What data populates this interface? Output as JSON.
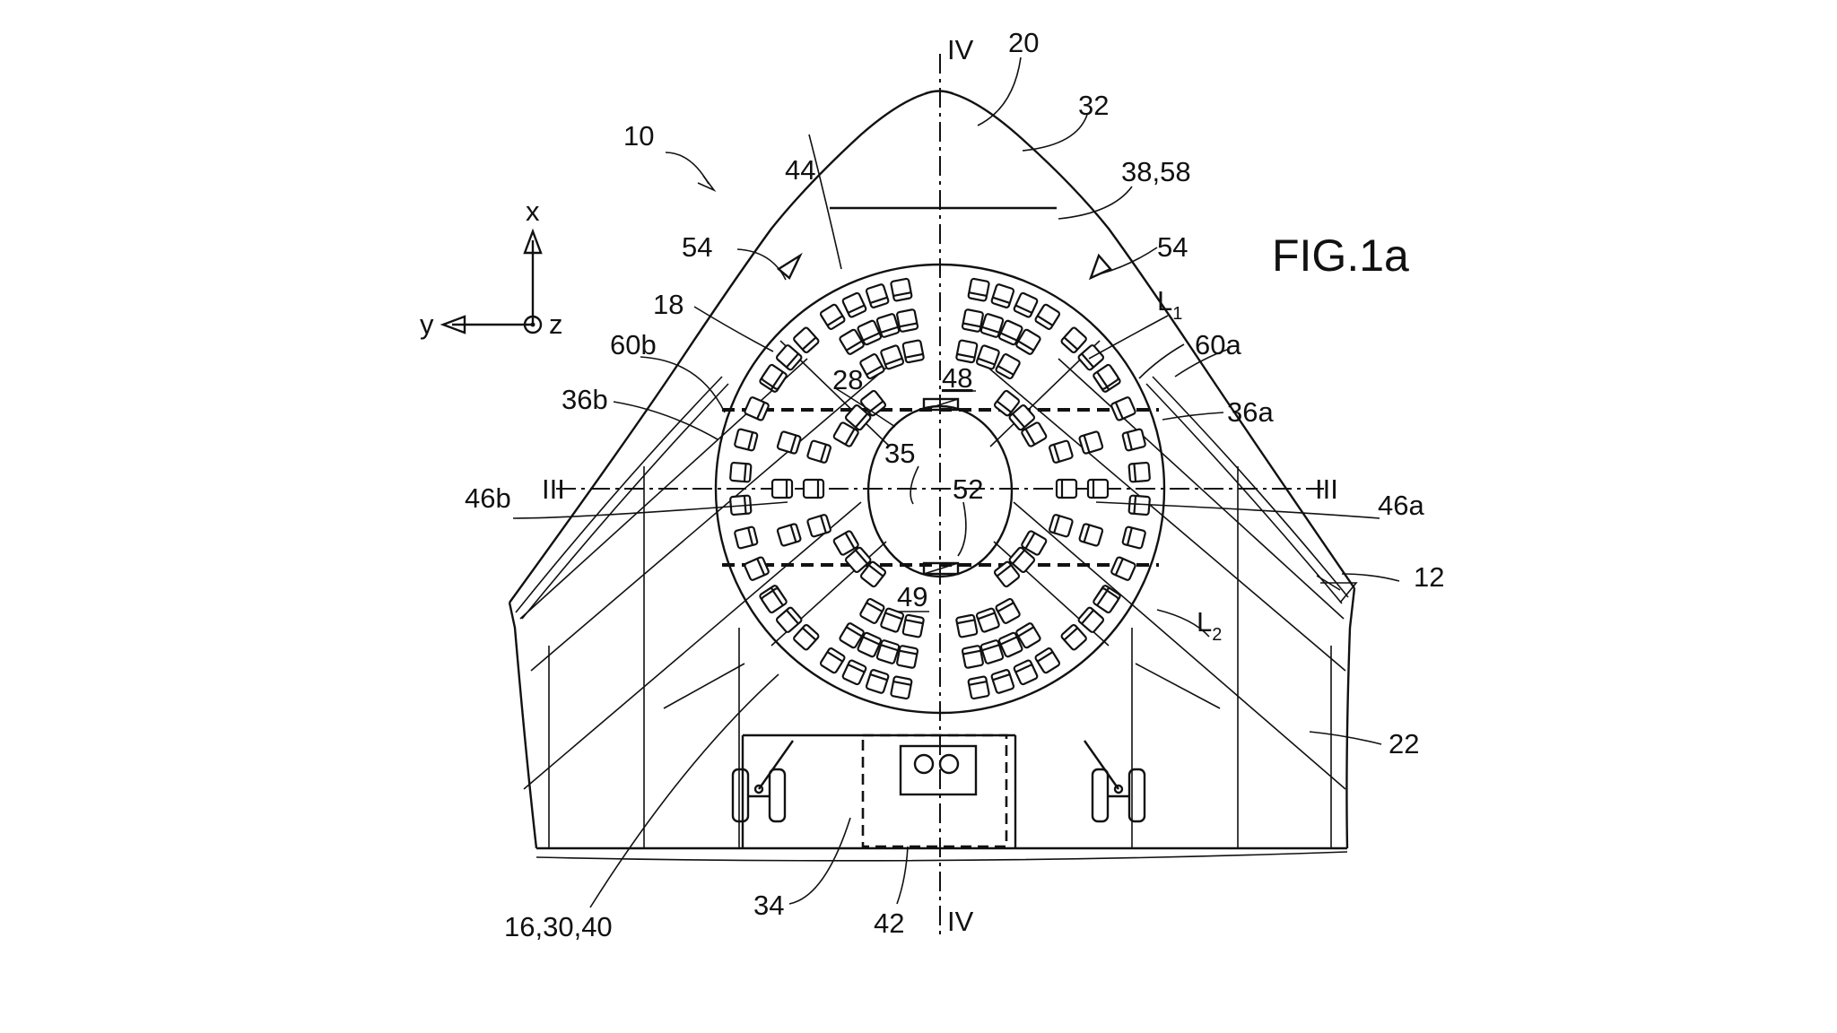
{
  "figure_title": "FIG.1a",
  "axes": {
    "x": "x",
    "y": "y",
    "z": "z"
  },
  "section_marks": {
    "top": "IV",
    "bottom": "IV",
    "left": "III",
    "right": "III"
  },
  "labels": {
    "l10": "10",
    "l20": "20",
    "l32": "32",
    "l3858": "38,58",
    "l44": "44",
    "l54a": "54",
    "l54b": "54",
    "l18": "18",
    "l60b": "60b",
    "l60a": "60a",
    "l28": "28",
    "l48": "48",
    "l36b": "36b",
    "l36a": "36a",
    "l35": "35",
    "l52": "52",
    "l46b": "46b",
    "l46a": "46a",
    "l12": "12",
    "l49": "49",
    "l22": "22",
    "l34": "34",
    "l42": "42",
    "l163040": "16,30,40",
    "L1_main": "L",
    "L1_sub": "1",
    "L2_main": "L",
    "L2_sub": "2"
  }
}
